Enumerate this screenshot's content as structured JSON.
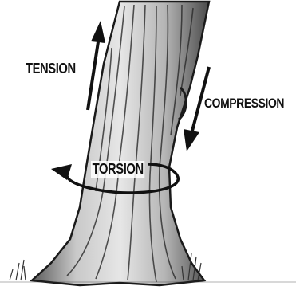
{
  "labels": {
    "tension": "TENSION",
    "compression": "COMPRESSION",
    "torsion": "TORSION"
  },
  "icons": {
    "tension_arrow": "arrow-up-icon",
    "compression_arrow": "arrow-down-icon",
    "torsion_arrow": "curved-rotation-arrow-icon"
  },
  "colors": {
    "ink": "#111111",
    "bark_dark": "#2a2a2a",
    "bark_mid": "#8a8a8a",
    "bark_light": "#d9d9d9"
  }
}
